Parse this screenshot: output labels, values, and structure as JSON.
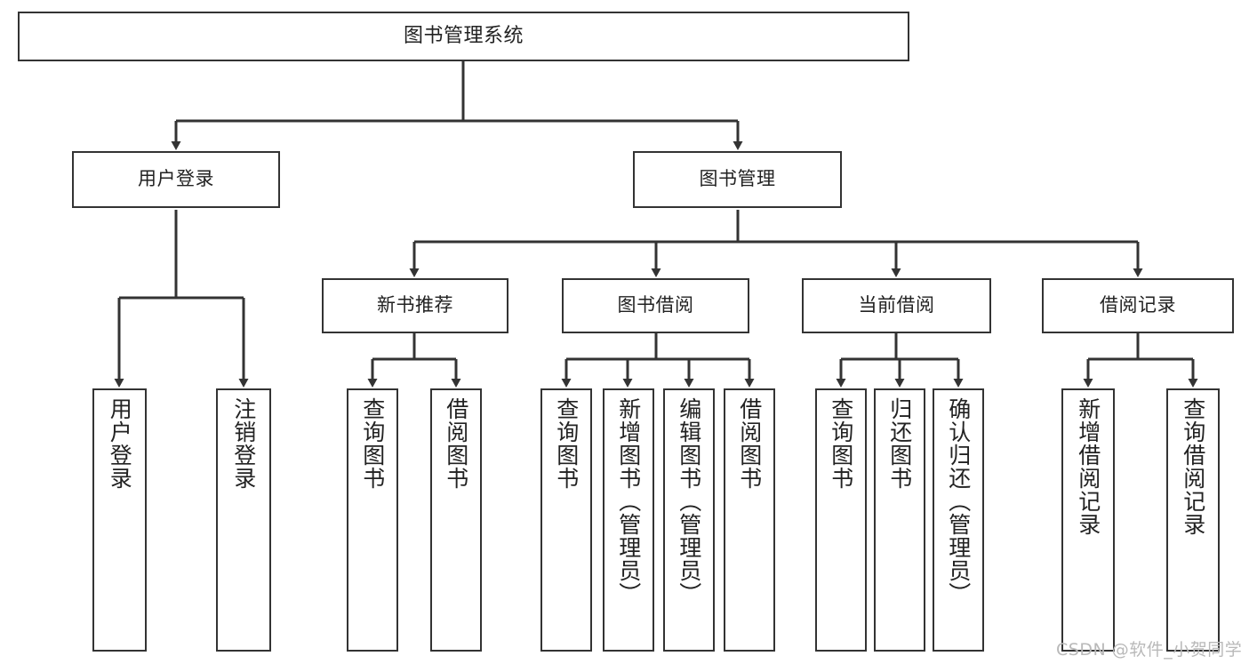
{
  "diagram": {
    "title": "图书管理系统",
    "type": "hierarchy-tree",
    "nodes": {
      "root": {
        "label": "图书管理系统"
      },
      "level2": [
        {
          "id": "user-login",
          "label": "用户登录"
        },
        {
          "id": "book-management",
          "label": "图书管理"
        }
      ],
      "level3": [
        {
          "id": "new-book-recommend",
          "label": "新书推荐"
        },
        {
          "id": "book-borrow",
          "label": "图书借阅"
        },
        {
          "id": "current-borrow",
          "label": "当前借阅"
        },
        {
          "id": "borrow-record",
          "label": "借阅记录"
        }
      ],
      "leaves": {
        "user_login": [
          {
            "id": "leaf-user-login",
            "label": "用户登录"
          },
          {
            "id": "leaf-logout-login",
            "label": "注销登录"
          }
        ],
        "new_book_recommend": [
          {
            "id": "leaf-query-book-1",
            "label": "查询图书"
          },
          {
            "id": "leaf-borrow-book-1",
            "label": "借阅图书"
          }
        ],
        "book_borrow": [
          {
            "id": "leaf-query-book-2",
            "label": "查询图书"
          },
          {
            "id": "leaf-add-book-admin",
            "label": "新增图书（管理员）"
          },
          {
            "id": "leaf-edit-book-admin",
            "label": "编辑图书（管理员）"
          },
          {
            "id": "leaf-borrow-book-2",
            "label": "借阅图书"
          }
        ],
        "current_borrow": [
          {
            "id": "leaf-query-book-3",
            "label": "查询图书"
          },
          {
            "id": "leaf-return-book",
            "label": "归还图书"
          },
          {
            "id": "leaf-confirm-return-admin",
            "label": "确认归还（管理员）"
          }
        ],
        "borrow_record": [
          {
            "id": "leaf-add-borrow-record",
            "label": "新增借阅记录"
          },
          {
            "id": "leaf-query-borrow-record",
            "label": "查询借阅记录"
          }
        ]
      }
    },
    "colors": {
      "border": "#333333",
      "background": "#ffffff",
      "text": "#222222",
      "watermark": "#b9b9b9"
    }
  },
  "watermark": {
    "text": "CSDN @软件_小贺同学"
  }
}
